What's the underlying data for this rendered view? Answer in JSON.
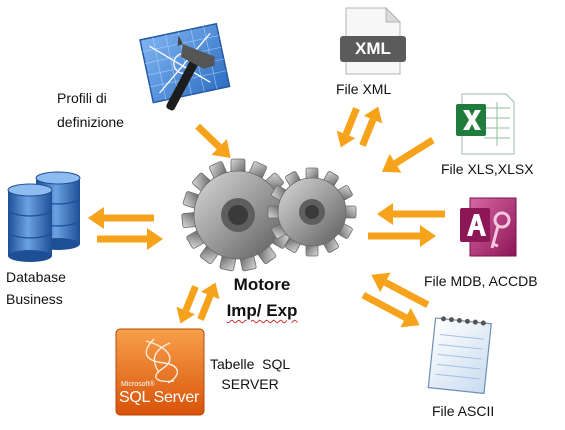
{
  "engine": {
    "line1": "Motore",
    "line2": "Imp/ Exp"
  },
  "nodes": {
    "profili": {
      "line1": "Profili di",
      "line2": "definizione",
      "icon": "blueprint-hammer-icon"
    },
    "xml": {
      "label": "File XML",
      "icon_text": "XML",
      "icon": "xml-file-icon"
    },
    "xls": {
      "label": "File XLS,XLSX",
      "icon": "excel-icon"
    },
    "mdb": {
      "label": "File MDB, ACCDB",
      "icon": "access-icon"
    },
    "ascii": {
      "label": "File ASCII",
      "icon": "notepad-icon"
    },
    "database": {
      "line1": "Database",
      "line2": "Business",
      "icon": "database-icon"
    },
    "sql": {
      "line1": "Tabelle  SQL",
      "line2": "SERVER",
      "icon": "sql-server-icon",
      "logo_small": "Microsoft®",
      "logo_main": "SQL Server"
    }
  },
  "colors": {
    "arrow": "#F7A21B",
    "gear": "#9a9a9a",
    "database": "#2f6db5",
    "excel": "#1e7d3b",
    "access": "#a4266d",
    "sql": "#e86a10"
  }
}
